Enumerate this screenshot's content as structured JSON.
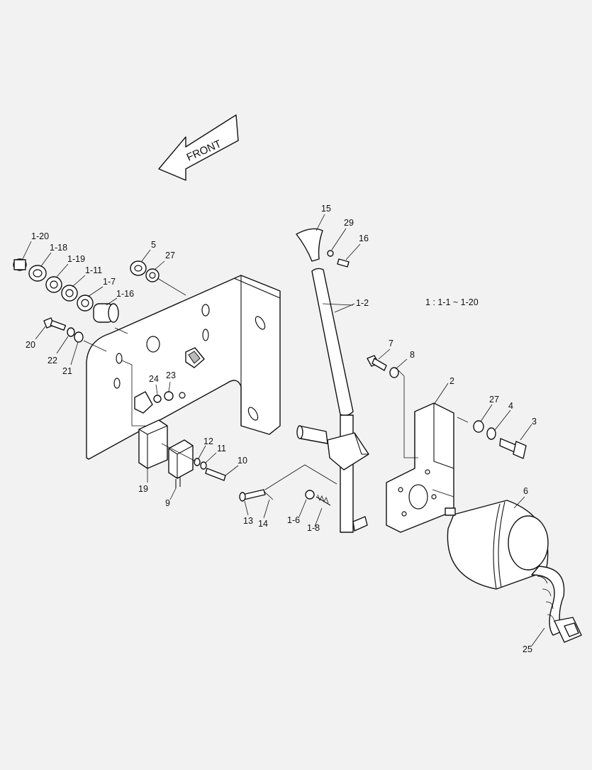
{
  "front_arrow": {
    "text": "FRONT"
  },
  "scale_note": "1 : 1-1 ~ 1-20",
  "callouts": {
    "c1_20": "1-20",
    "c1_18": "1-18",
    "c1_19": "1-19",
    "c1_11": "1-11",
    "c1_7": "1-7",
    "c1_16": "1-16",
    "c5": "5",
    "c27a": "27",
    "c20": "20",
    "c22": "22",
    "c21": "21",
    "c24": "24",
    "c23": "23",
    "c15": "15",
    "c29": "29",
    "c16": "16",
    "c1_2": "1-2",
    "c7": "7",
    "c8": "8",
    "c2": "2",
    "c27b": "27",
    "c4": "4",
    "c3": "3",
    "c12": "12",
    "c11": "11",
    "c10": "10",
    "c19": "19",
    "c9": "9",
    "c13": "13",
    "c14": "14",
    "c1_6": "1-6",
    "c1_8": "1-8",
    "c6": "6",
    "c25": "25"
  }
}
